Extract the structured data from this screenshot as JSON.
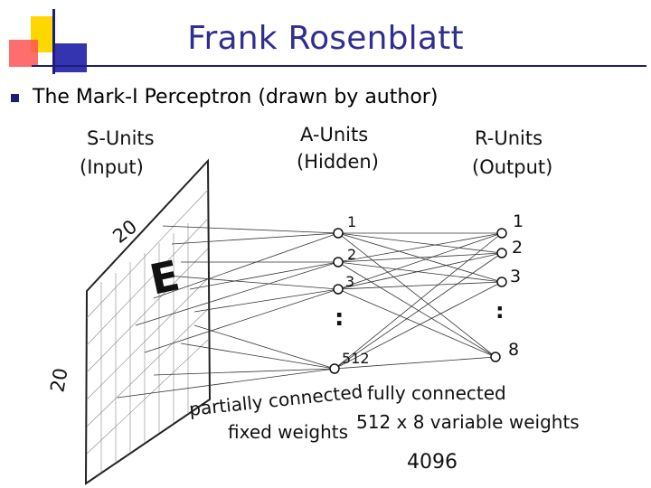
{
  "slide": {
    "title": "Frank Rosenblatt",
    "bullet": "The Mark-I Perceptron (drawn by author)"
  },
  "drawing": {
    "s_units_title": "S-Units",
    "s_units_sub": "(Input)",
    "a_units_title": "A-Units",
    "a_units_sub": "(Hidden)",
    "r_units_title": "R-Units",
    "r_units_sub": "(Output)",
    "grid_top_label": "20",
    "grid_left_label": "20",
    "retina_letter": "E",
    "hidden_labels": [
      "1",
      "2",
      "3",
      "512"
    ],
    "hidden_dots": ":",
    "output_labels": [
      "1",
      "2",
      "3",
      "8"
    ],
    "output_dots": ":",
    "partial_line1": "partially connected",
    "partial_line2": "fixed weights",
    "full_line1": "fully connected",
    "full_line2": "512 x 8 variable weights",
    "full_count": "4096"
  },
  "colors": {
    "title": "#2f2f8f",
    "deco_yellow": "#ffd700",
    "deco_red": "#ff4d4d",
    "deco_blue": "#2a2aa8",
    "ink": "#111111"
  }
}
